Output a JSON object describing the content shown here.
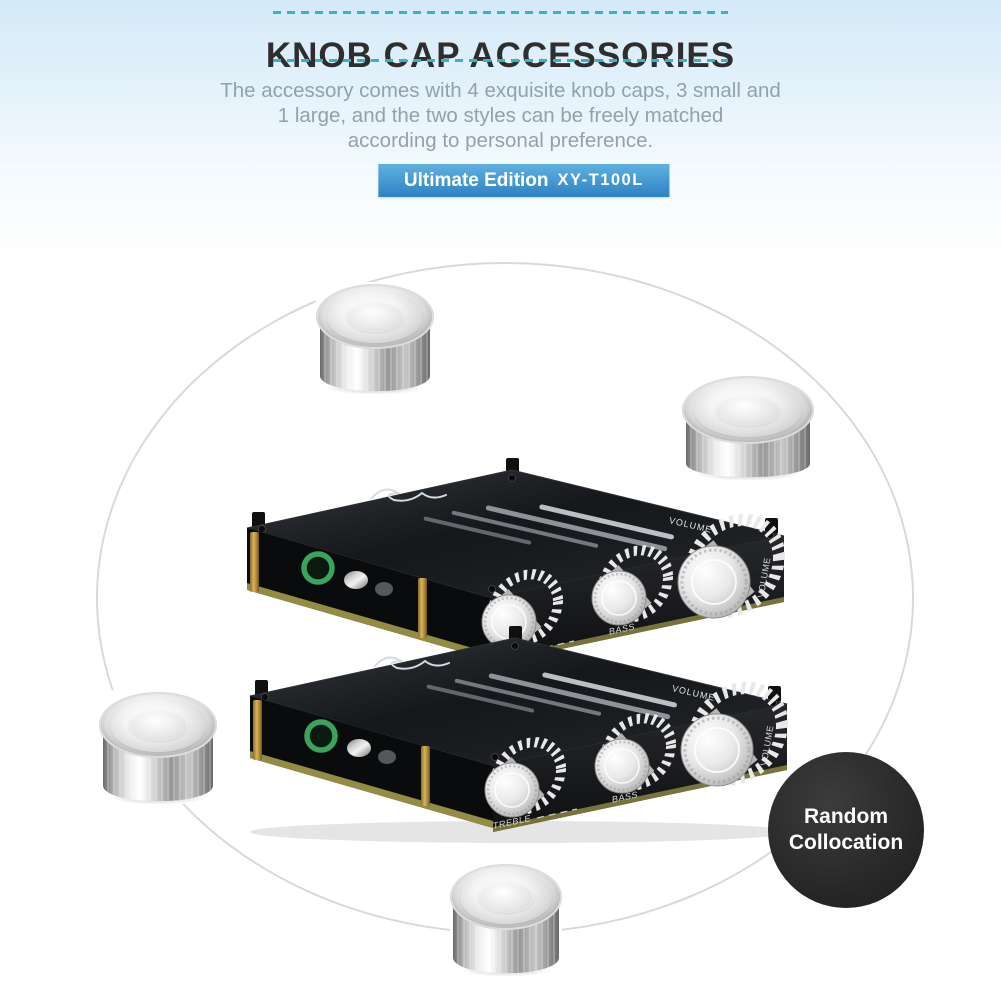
{
  "theme": {
    "bg_top": "#d4eaf8",
    "accent_dash": "#35b4c9",
    "title_color": "#2e2e2e",
    "desc_color": "#93a1ac",
    "badge_gradient_top": "#60b1e0",
    "badge_gradient_bottom": "#2d82c3",
    "ring_color": "#d6dadd",
    "dark_badge_bg": "#272727"
  },
  "header": {
    "title": "KNOB CAP ACCESSORIES",
    "description_lines": [
      "The accessory comes with 4 exquisite knob caps, 3 small and",
      "1 large, and the two styles can be freely matched",
      "according to personal preference."
    ],
    "badge_main": "Ultimate Edition",
    "badge_model": "XY-T100L"
  },
  "callout": {
    "random_line1": "Random",
    "random_line2": "Collocation"
  },
  "amp": {
    "label_treble": "TREBLE",
    "label_bass": "BASS",
    "label_volume": "VOLUME"
  },
  "knob_photos": [
    "knob-cap-photo-top-left",
    "knob-cap-photo-right-large",
    "knob-cap-photo-left",
    "knob-cap-photo-bottom"
  ]
}
